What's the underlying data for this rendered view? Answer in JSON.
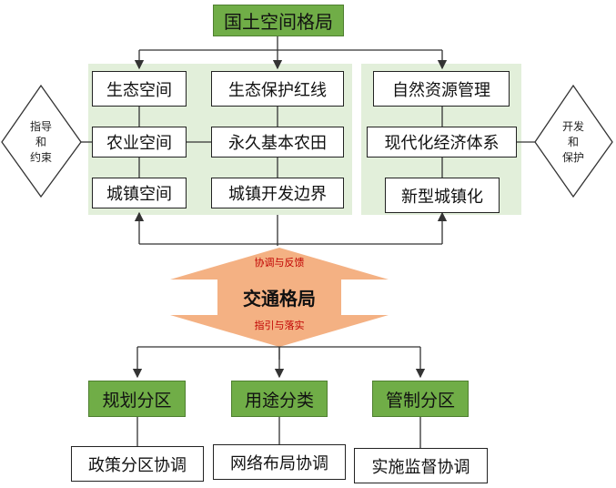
{
  "top_title": "国土空间格局",
  "left_group": {
    "col1": [
      "生态空间",
      "农业空间",
      "城镇空间"
    ],
    "col2": [
      "生态保护红线",
      "永久基本农田",
      "城镇开发边界"
    ]
  },
  "right_group": [
    "自然资源管理",
    "现代化经济体系",
    "新型城镇化"
  ],
  "left_diamond": [
    "指导",
    "和",
    "约束"
  ],
  "right_diamond": [
    "开发",
    "和",
    "保护"
  ],
  "center": {
    "title": "交通格局",
    "top_label": "协调与反馈",
    "bottom_label": "指引与落实",
    "arrow_color": "#f4b183",
    "label_color": "#c00000"
  },
  "bottom_categories": [
    "规划分区",
    "用途分类",
    "管制分区"
  ],
  "bottom_items": [
    "政策分区协调",
    "网络布局协调",
    "实施监督协调"
  ],
  "colors": {
    "green": "#70ad47",
    "panel": "#e2efda"
  }
}
